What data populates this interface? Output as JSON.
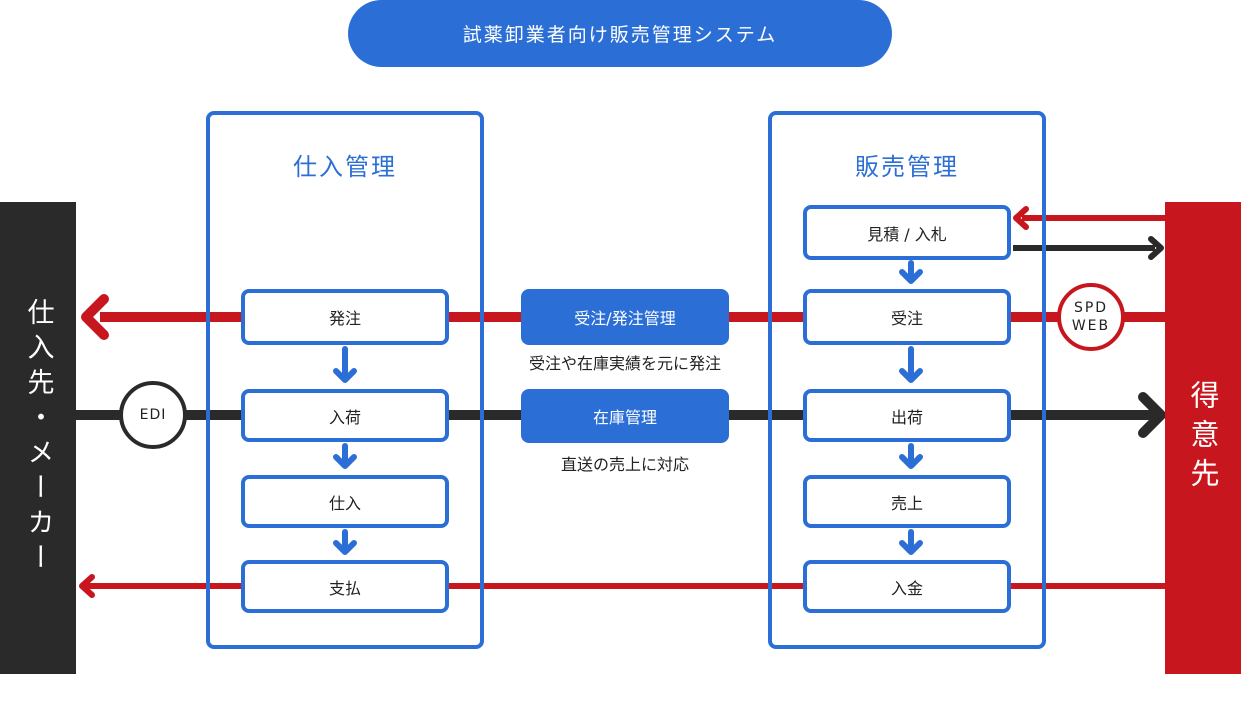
{
  "title": "試薬卸業者向け販売管理システム",
  "groups": {
    "purchase": "仕入管理",
    "sales": "販売管理"
  },
  "purchase_nodes": {
    "order": "発注",
    "receipt": "入荷",
    "stock_in": "仕入",
    "payment": "支払"
  },
  "sales_nodes": {
    "estimate": "見積 / 入札",
    "order_received": "受注",
    "shipment": "出荷",
    "sale": "売上",
    "deposit": "入金"
  },
  "center": {
    "order_mgmt": "受注/発注管理",
    "order_caption": "受注や在庫実績を元に発注",
    "inventory_mgmt": "在庫管理",
    "inventory_caption": "直送の売上に対応"
  },
  "left_party": "仕入先・メーカー",
  "right_party": "得意先",
  "badges": {
    "edi": "EDI",
    "spd_line1": "SPD",
    "spd_line2": "WEB"
  },
  "colors": {
    "blue": "#2b6fd6",
    "red": "#c8161e",
    "dark": "#2a2a2a"
  }
}
